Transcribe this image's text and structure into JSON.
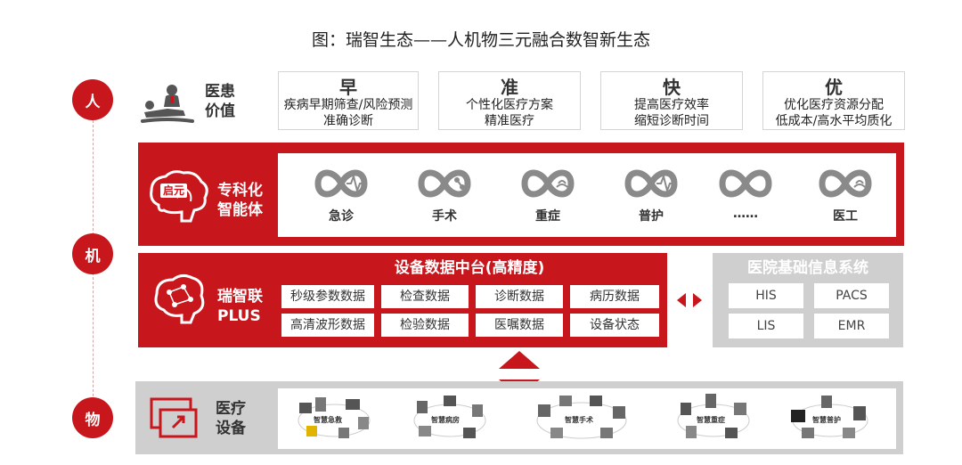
{
  "title": "图：瑞智生态——人机物三元融合数智新生态",
  "levels": {
    "ren": "人",
    "ji": "机",
    "wu": "物"
  },
  "patient_value": {
    "line1": "医患",
    "line2": "价值"
  },
  "values": [
    {
      "head": "早",
      "line1": "疾病早期筛查/风险预测",
      "line2": "准确诊断"
    },
    {
      "head": "准",
      "line1": "个性化医疗方案",
      "line2": "精准医疗"
    },
    {
      "head": "快",
      "line1": "提高医疗效率",
      "line2": "缩短诊断时间"
    },
    {
      "head": "优",
      "line1": "优化医疗资源分配",
      "line2": "低成本/高水平均质化"
    }
  ],
  "agents_label": {
    "brain_text": "启元",
    "line1": "专科化",
    "line2": "智能体"
  },
  "agents": [
    "急诊",
    "手术",
    "重症",
    "普护",
    "……",
    "医工"
  ],
  "plus_label": {
    "line1": "瑞智联",
    "line2": "PLUS"
  },
  "data_center": {
    "title": "设备数据中台(高精度)",
    "cells": [
      "秒级参数数据",
      "检查数据",
      "诊断数据",
      "病历数据",
      "高清波形数据",
      "检验数据",
      "医嘱数据",
      "设备状态"
    ]
  },
  "hospital_info": {
    "title": "医院基础信息系统",
    "cells": [
      "HIS",
      "PACS",
      "LIS",
      "EMR"
    ]
  },
  "device_label": {
    "line1": "医疗",
    "line2": "设备"
  },
  "device_scenes": [
    "智慧急救",
    "智慧病房",
    "智慧手术",
    "智慧重症",
    "智慧普护"
  ],
  "colors": {
    "brand_red": "#c8161d",
    "gray_band": "#cfcfcf"
  }
}
